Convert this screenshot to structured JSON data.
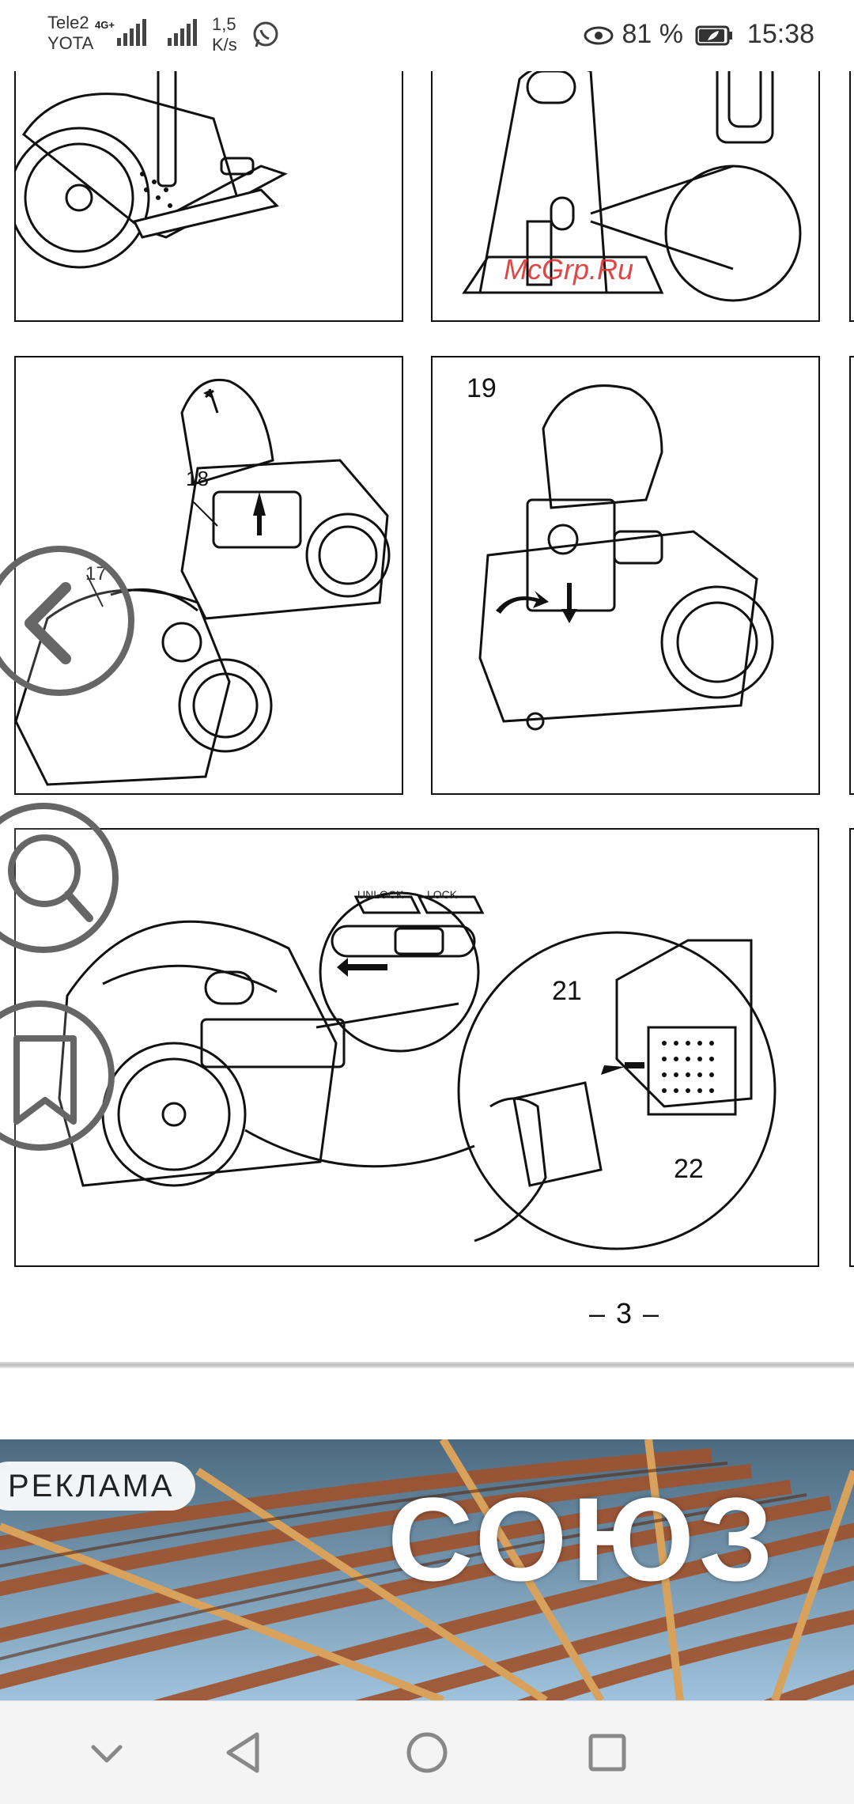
{
  "status_bar": {
    "carrier_1": "Tele2",
    "carrier_2": "YOTA",
    "network_type": "4G+",
    "speed_value": "1,5",
    "speed_unit": "K/s",
    "battery_percent": "81 %",
    "time": "15:38"
  },
  "document": {
    "watermark": "McGrp.Ru",
    "figures": {
      "fig_17": "17",
      "fig_18": "18",
      "fig_19": "19",
      "fig_21": "21",
      "fig_22": "22"
    },
    "lock_labels": {
      "unlock": "UNLOCK",
      "lock": "LOCK"
    },
    "page_number": "– 3 –"
  },
  "ad": {
    "badge": "РЕКЛАМА",
    "logo": "СОЮЗ"
  },
  "icons": {
    "back": "back-chevron-icon",
    "search": "search-icon",
    "bookmark": "bookmark-icon"
  }
}
